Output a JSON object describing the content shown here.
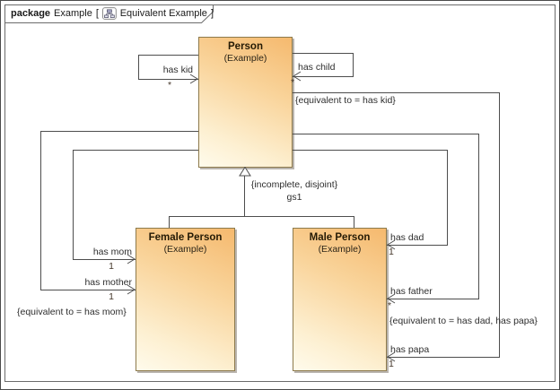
{
  "tab": {
    "keyword": "package",
    "name": "Example",
    "bracket_open": "[",
    "diagram_name": "Equivalent Example",
    "bracket_close": "]",
    "icon": "diagram-hierarchy-icon"
  },
  "classes": {
    "person": {
      "name": "Person",
      "qualifier": "(Example)"
    },
    "female": {
      "name": "Female Person",
      "qualifier": "(Example)"
    },
    "male": {
      "name": "Male Person",
      "qualifier": "(Example)"
    }
  },
  "associations": {
    "has_kid": {
      "label": "has kid",
      "multiplicity": "*"
    },
    "has_child": {
      "label": "has child",
      "multiplicity": "*",
      "constraint": "{equivalent to = has kid}"
    },
    "has_mom": {
      "label": "has mom",
      "multiplicity": "1"
    },
    "has_mother": {
      "label": "has mother",
      "multiplicity": "1",
      "constraint": "{equivalent to = has mom}"
    },
    "has_dad": {
      "label": "has dad",
      "multiplicity": "1"
    },
    "has_father": {
      "label": "has father",
      "multiplicity": "*",
      "constraint": "{equivalent to = has dad, has papa}"
    },
    "has_papa": {
      "label": "has papa",
      "multiplicity": "1"
    }
  },
  "generalization": {
    "constraint": "{incomplete, disjoint}",
    "set_name": "gs1"
  },
  "colors": {
    "line": "#4d4d4d",
    "frame_border": "#6b6b6b",
    "class_border": "#8d7a4c",
    "class_fill_top": "#f5b96e",
    "class_fill_bottom": "#fffbec",
    "text": "#2e2e2e"
  }
}
